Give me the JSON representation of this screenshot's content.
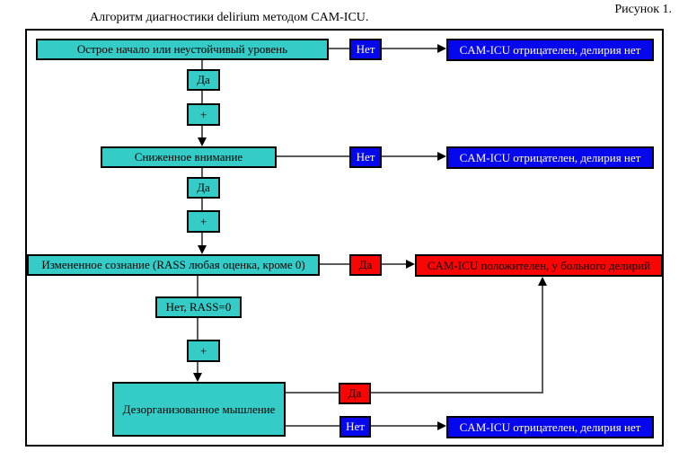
{
  "figure_label": "Рисунок 1.",
  "title": "Алгоритм диагностики delirium методом CAM-ICU.",
  "colors": {
    "cyan": "#35CCC8",
    "blue": "#0707EE",
    "red": "#FB0404",
    "line": "#5a5a5a"
  },
  "nodes": {
    "step1": "Острое начало или неустойчивый уровень",
    "no1": "Нет",
    "neg1": "CAM-ICU отрицателен, делирия нет",
    "yes1": "Да",
    "plus1": "+",
    "step2": "Сниженное внимание",
    "no2": "Нет",
    "neg2": "CAM-ICU отрицателен, делирия нет",
    "yes2": "Да",
    "plus2": "+",
    "step3": "Измененное  сознание (RASS любая оценка, кроме 0)",
    "yes3": "Да",
    "pos": "CAM-ICU положителен, у больного делирий",
    "norass": "Нет, RASS=0",
    "plus3": "+",
    "step4": "Дезорганизованное мышление",
    "yes4": "Да",
    "no4": "Нет",
    "neg3": "CAM-ICU отрицателен, делирия нет"
  }
}
